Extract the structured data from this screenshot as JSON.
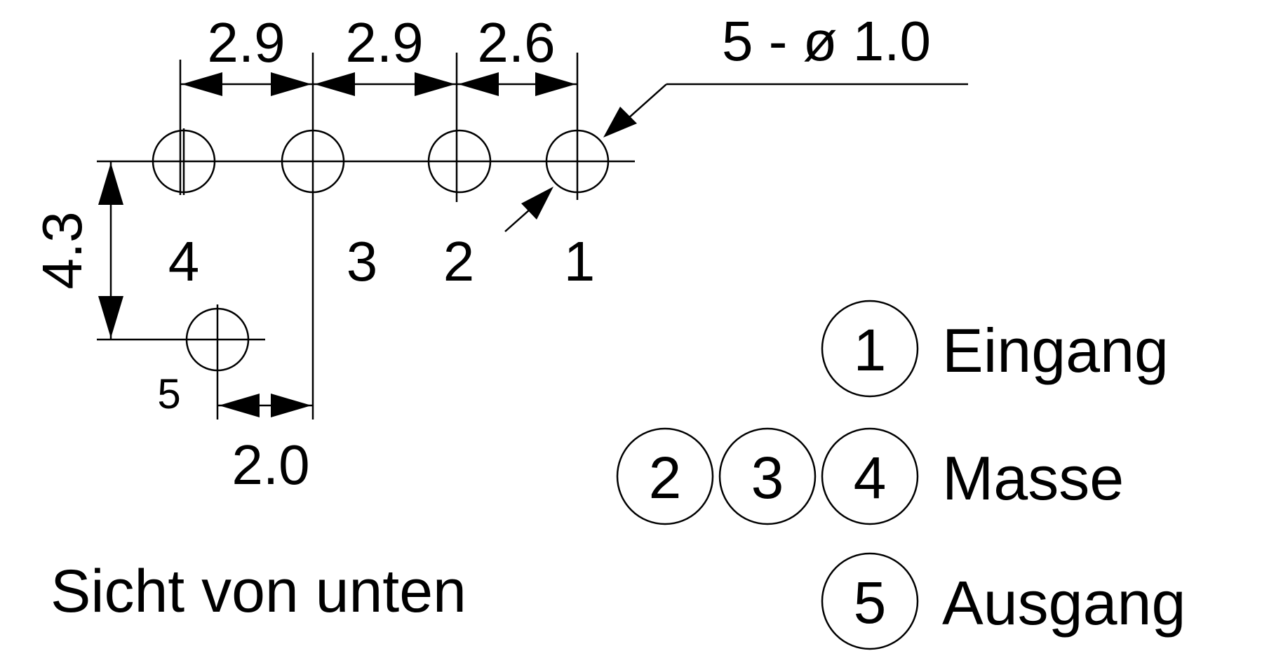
{
  "dimensions": {
    "spacing_4_3": "2.9",
    "spacing_3_2": "2.9",
    "spacing_2_1": "2.6",
    "hole_spec": "5 - ø 1.0",
    "vertical_offset": "4.3",
    "horizontal_offset_5": "2.0"
  },
  "pins": {
    "pin1": "1",
    "pin2": "2",
    "pin3": "3",
    "pin4": "4",
    "pin5": "5"
  },
  "legend": [
    {
      "badges": [
        "1"
      ],
      "label": "Eingang"
    },
    {
      "badges": [
        "2",
        "3",
        "4"
      ],
      "label": "Masse"
    },
    {
      "badges": [
        "5"
      ],
      "label": "Ausgang"
    }
  ],
  "caption": "Sicht von unten"
}
